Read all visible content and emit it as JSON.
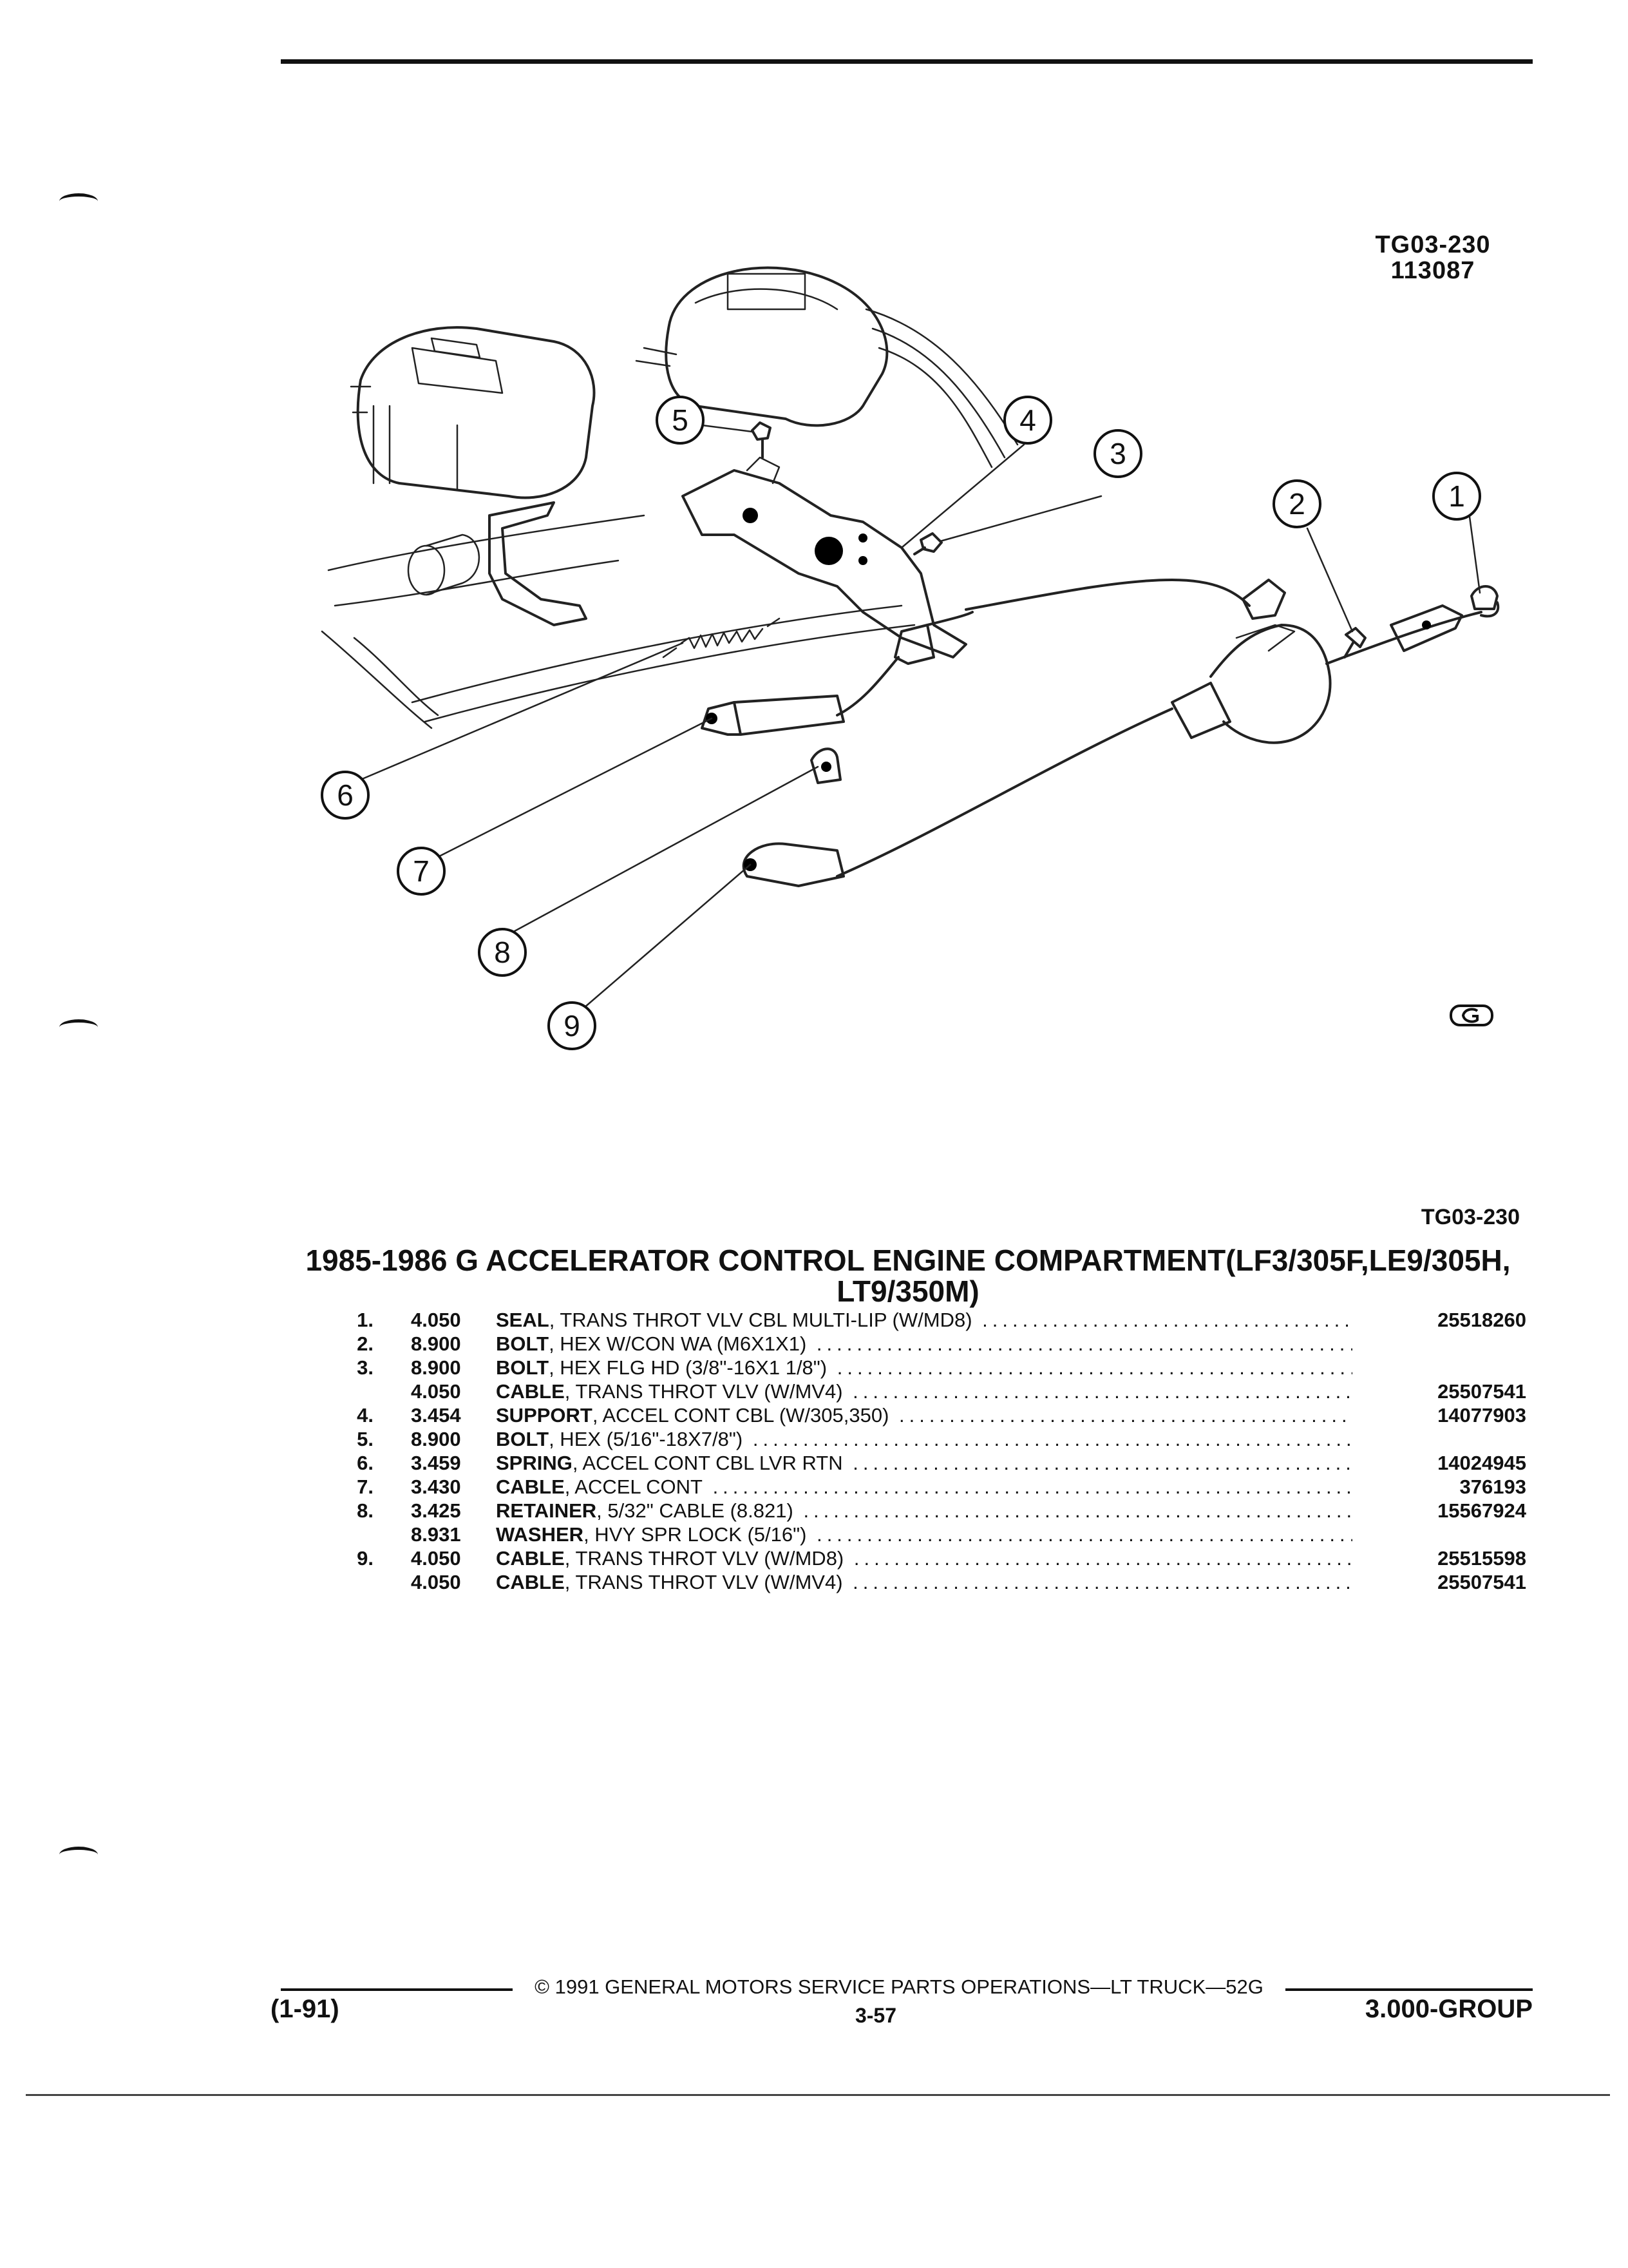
{
  "diagram": {
    "ref_code": "TG03-230",
    "ref_date": "113087",
    "callouts": [
      "1",
      "2",
      "3",
      "4",
      "5",
      "6",
      "7",
      "8",
      "9"
    ]
  },
  "section": {
    "ref_code": "TG03-230",
    "title_line1": "1985-1986 G ACCELERATOR CONTROL ENGINE COMPARTMENT(LF3/305F,LE9/305H,",
    "title_line2": "LT9/350M)"
  },
  "parts": [
    {
      "item": "1.",
      "code": "4.050",
      "name": "SEAL",
      "desc": ", TRANS THROT VLV CBL MULTI-LIP (W/MD8)",
      "part_no": "25518260"
    },
    {
      "item": "2.",
      "code": "8.900",
      "name": "BOLT",
      "desc": ", HEX W/CON WA (M6X1X1)",
      "part_no": ""
    },
    {
      "item": "3.",
      "code": "8.900",
      "name": "BOLT",
      "desc": ", HEX FLG HD (3/8\"-16X1 1/8\")",
      "part_no": ""
    },
    {
      "item": "",
      "code": "4.050",
      "name": "CABLE",
      "desc": ", TRANS THROT VLV (W/MV4)",
      "part_no": "25507541"
    },
    {
      "item": "4.",
      "code": "3.454",
      "name": "SUPPORT",
      "desc": ", ACCEL CONT CBL (W/305,350)",
      "part_no": "14077903"
    },
    {
      "item": "5.",
      "code": "8.900",
      "name": "BOLT",
      "desc": ", HEX (5/16\"-18X7/8\")",
      "part_no": ""
    },
    {
      "item": "6.",
      "code": "3.459",
      "name": "SPRING",
      "desc": ", ACCEL CONT CBL LVR RTN",
      "part_no": "14024945"
    },
    {
      "item": "7.",
      "code": "3.430",
      "name": "CABLE",
      "desc": ", ACCEL CONT",
      "part_no": "376193"
    },
    {
      "item": "8.",
      "code": "3.425",
      "name": "RETAINER",
      "desc": ", 5/32\" CABLE (8.821)",
      "part_no": "15567924"
    },
    {
      "item": "",
      "code": "8.931",
      "name": "WASHER",
      "desc": ", HVY SPR LOCK (5/16\")",
      "part_no": ""
    },
    {
      "item": "9.",
      "code": "4.050",
      "name": "CABLE",
      "desc": ", TRANS THROT VLV (W/MD8)",
      "part_no": "25515598"
    },
    {
      "item": "",
      "code": "4.050",
      "name": "CABLE",
      "desc": ", TRANS THROT VLV (W/MV4)",
      "part_no": "25507541"
    }
  ],
  "footer": {
    "copyright": "© 1991 GENERAL MOTORS SERVICE PARTS OPERATIONS—LT TRUCK—52G",
    "date_code": "(1-91)",
    "page": "3-57",
    "group": "3.000-GROUP"
  }
}
